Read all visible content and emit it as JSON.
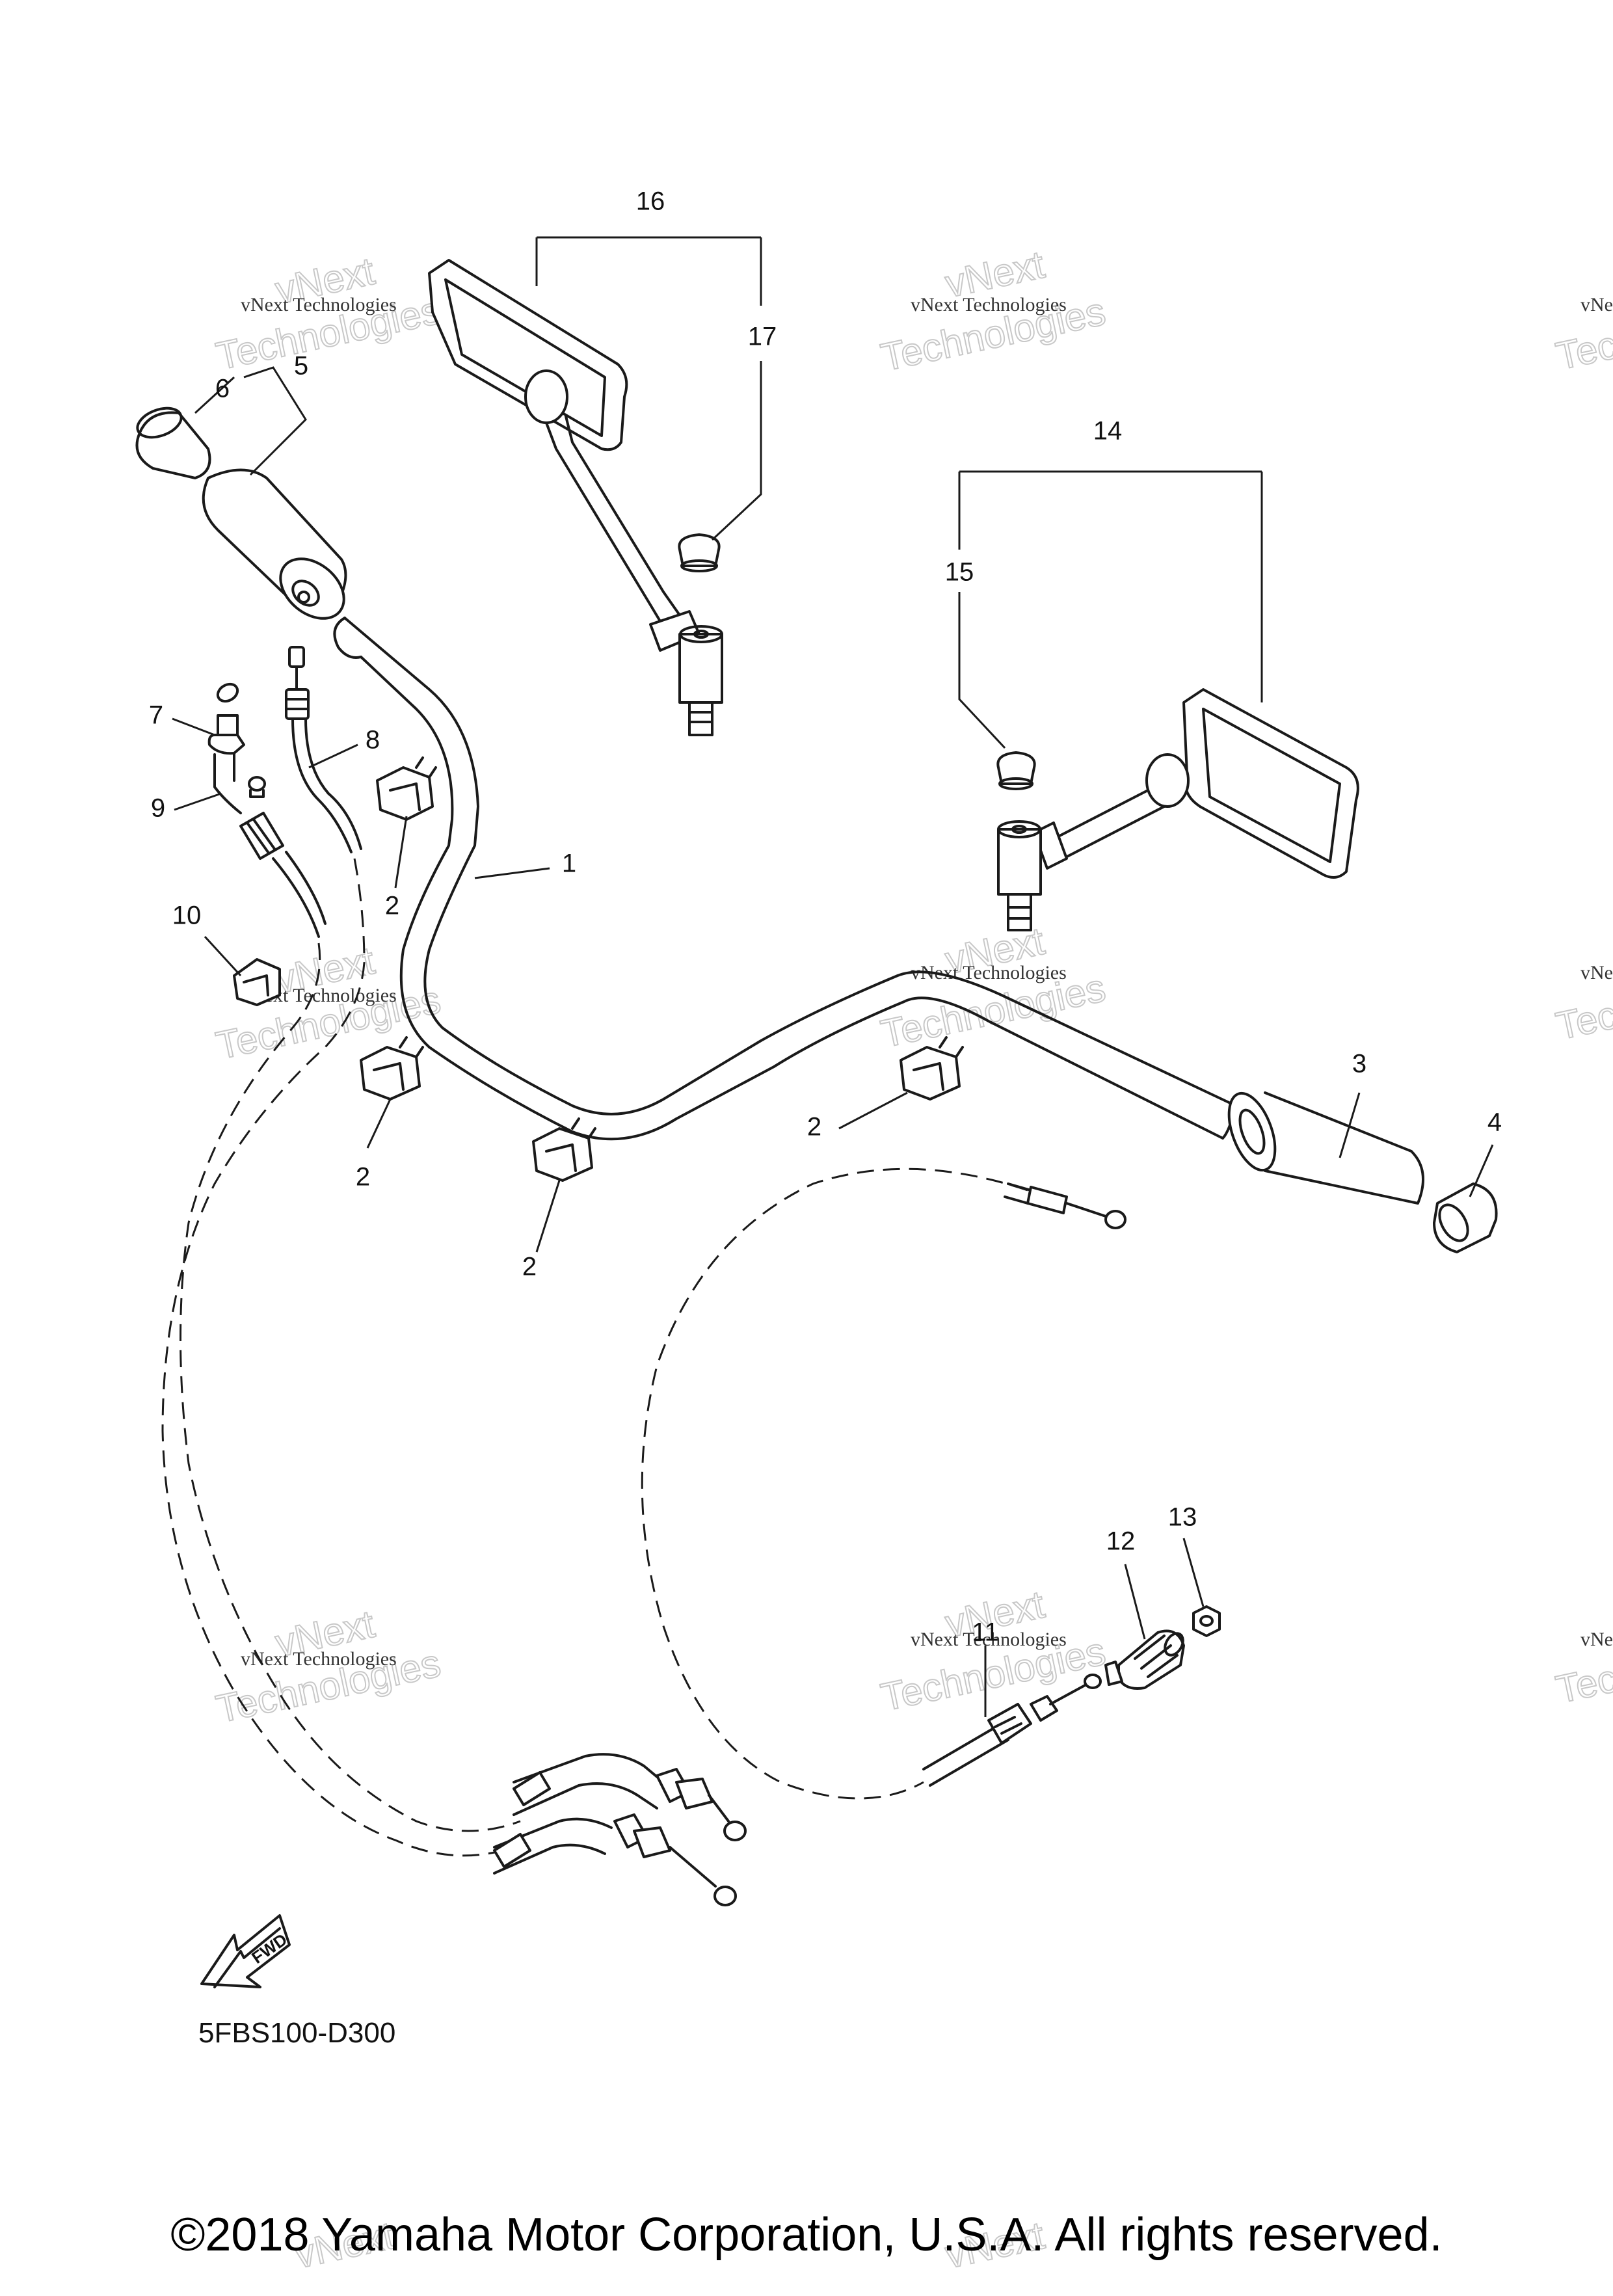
{
  "diagram_code": "5FBS100-D300",
  "copyright": "©2018 Yamaha Motor Corporation, U.S.A. All rights reserved.",
  "direction_arrow": {
    "label": "FWD",
    "icon": "fwd-arrow-icon"
  },
  "watermark": {
    "line1": "vNext Technologies",
    "line2": "vNext",
    "line3": "Technologies"
  },
  "callouts": {
    "c1": "1",
    "c2a": "2",
    "c2b": "2",
    "c2c": "2",
    "c2d": "2",
    "c3": "3",
    "c4": "4",
    "c5": "5",
    "c6": "6",
    "c7": "7",
    "c8": "8",
    "c9": "9",
    "c10": "10",
    "c11": "11",
    "c12": "12",
    "c13": "13",
    "c14": "14",
    "c15": "15",
    "c16": "16",
    "c17": "17"
  },
  "colors": {
    "line": "#1a1a1a",
    "watermark": "#c8c8c8",
    "background": "#ffffff"
  }
}
